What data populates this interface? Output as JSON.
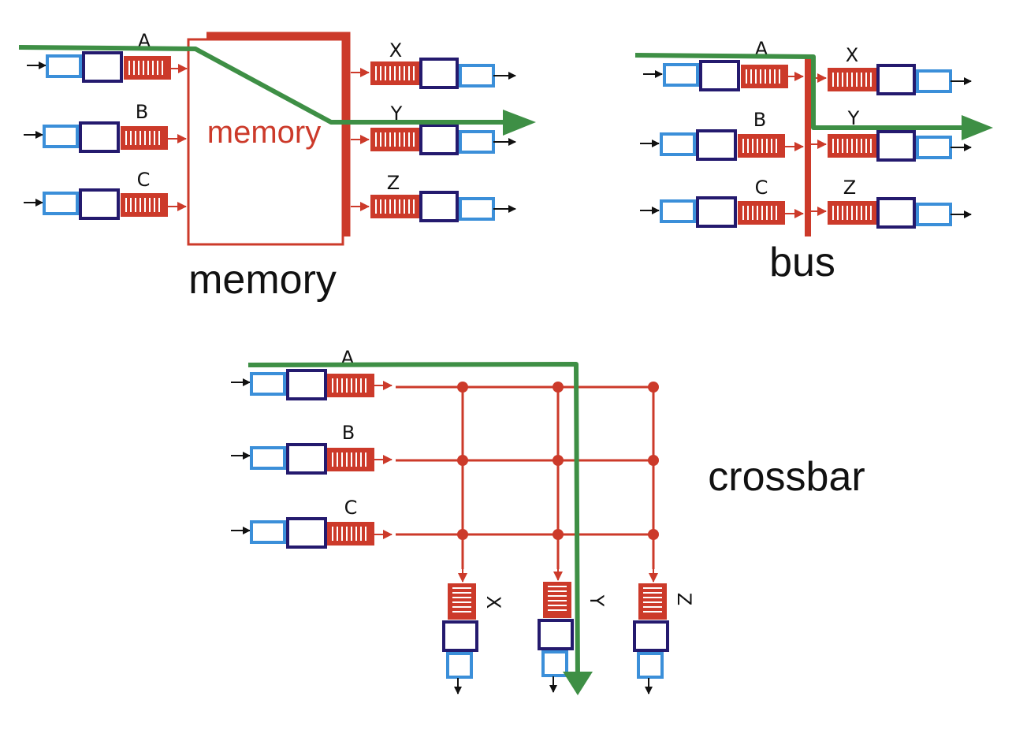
{
  "colors": {
    "red": "#cc3a2a",
    "green": "#3e8f45",
    "navy": "#241a6e",
    "blue": "#3b8fd9",
    "black": "#111111"
  },
  "memory_panel": {
    "caption": "memory",
    "box_label": "memory",
    "inputs": [
      "A",
      "B",
      "C"
    ],
    "outputs": [
      "X",
      "Y",
      "Z"
    ]
  },
  "bus_panel": {
    "caption": "bus",
    "inputs": [
      "A",
      "B",
      "C"
    ],
    "outputs": [
      "X",
      "Y",
      "Z"
    ]
  },
  "crossbar_panel": {
    "caption": "crossbar",
    "inputs": [
      "A",
      "B",
      "C"
    ],
    "outputs": [
      "X",
      "Y",
      "Z"
    ]
  }
}
